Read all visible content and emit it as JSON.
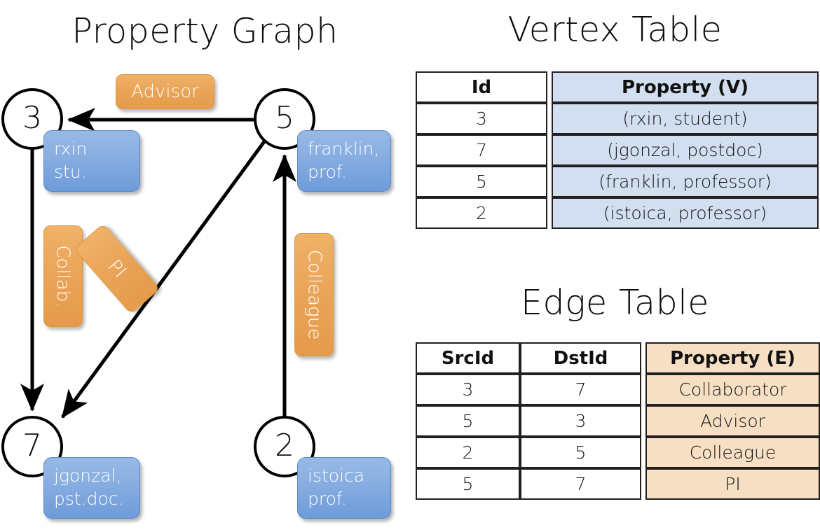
{
  "titles": {
    "property_graph": "Property Graph",
    "vertex_table": "Vertex Table",
    "edge_table": "Edge Table"
  },
  "graph": {
    "nodes": [
      {
        "id": "3",
        "prop_line1": "rxin",
        "prop_line2": "stu."
      },
      {
        "id": "5",
        "prop_line1": "franklin,",
        "prop_line2": "prof."
      },
      {
        "id": "7",
        "prop_line1": "jgonzal,",
        "prop_line2": "pst.doc."
      },
      {
        "id": "2",
        "prop_line1": "istoica",
        "prop_line2": "prof."
      }
    ],
    "edge_labels": {
      "advisor": "Advisor",
      "collab": "Collab.",
      "pi": "PI",
      "colleague": "Colleague"
    },
    "colors": {
      "node_stroke": "#000000",
      "vertex_box": "#7FA9DF",
      "edge_box": "#EAA558",
      "edge_line": "#000000"
    }
  },
  "vertex_table": {
    "headers": [
      "Id",
      "Property (V)"
    ],
    "rows": [
      {
        "id": "3",
        "property": "(rxin, student)"
      },
      {
        "id": "7",
        "property": "(jgonzal, postdoc)"
      },
      {
        "id": "5",
        "property": "(franklin, professor)"
      },
      {
        "id": "2",
        "property": "(istoica, professor)"
      }
    ],
    "highlight_color": "#D2DFF0"
  },
  "edge_table": {
    "headers": [
      "SrcId",
      "DstId",
      "Property (E)"
    ],
    "rows": [
      {
        "src": "3",
        "dst": "7",
        "property": "Collaborator"
      },
      {
        "src": "5",
        "dst": "3",
        "property": "Advisor"
      },
      {
        "src": "2",
        "dst": "5",
        "property": "Colleague"
      },
      {
        "src": "5",
        "dst": "7",
        "property": "PI"
      }
    ],
    "highlight_color": "#F7DFC4"
  }
}
